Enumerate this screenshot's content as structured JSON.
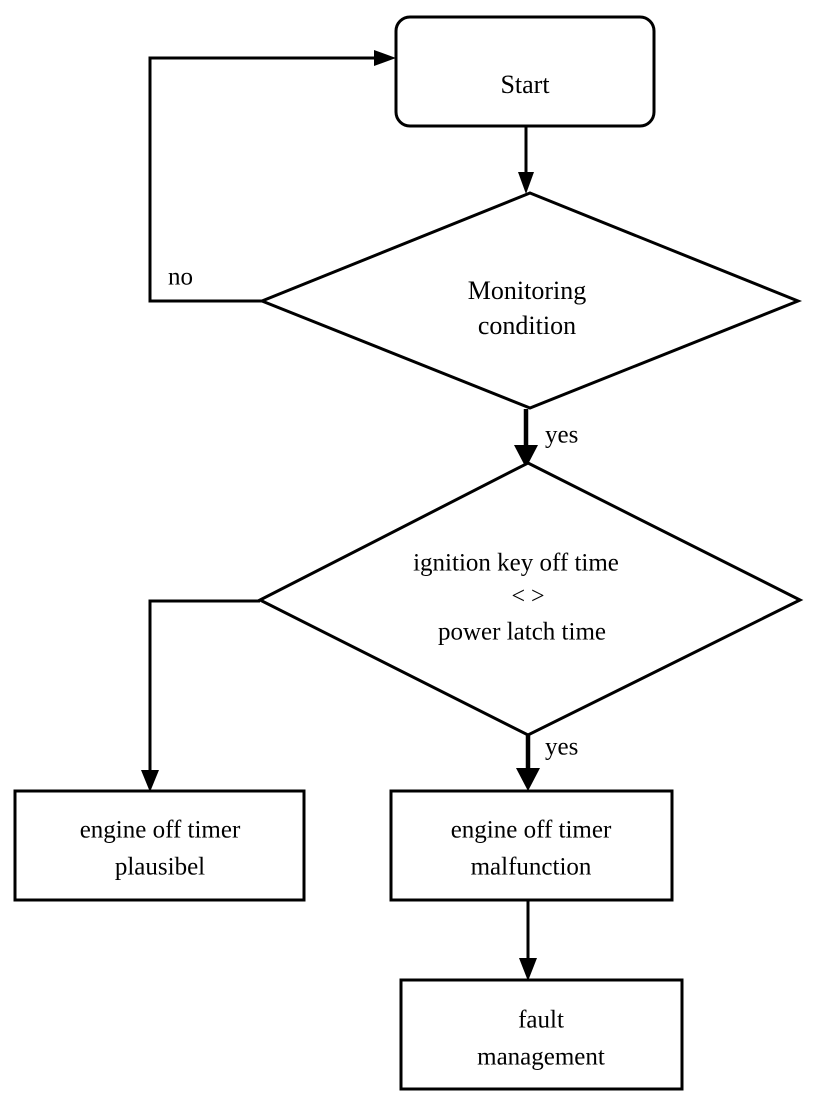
{
  "diagram": {
    "title": "engine off timer monitoring flowchart",
    "type": "flowchart",
    "colors": {
      "background": "#ffffff",
      "stroke": "#000000",
      "fill": "#ffffff"
    },
    "nodes": [
      {
        "id": "start",
        "shape": "rounded-rectangle",
        "lines": [
          "Start"
        ]
      },
      {
        "id": "monitoring-condition",
        "shape": "diamond",
        "lines": [
          "Monitoring",
          "condition"
        ]
      },
      {
        "id": "ignition-key-off-time-compare",
        "shape": "diamond",
        "lines": [
          "ignition key off time",
          "< >",
          "power latch time"
        ]
      },
      {
        "id": "engine-off-timer-plausibel",
        "shape": "rectangle",
        "lines": [
          "engine off timer",
          "plausibel"
        ]
      },
      {
        "id": "engine-off-timer-malfunction",
        "shape": "rectangle",
        "lines": [
          "engine off timer",
          "malfunction"
        ]
      },
      {
        "id": "fault-management",
        "shape": "rectangle",
        "lines": [
          "fault",
          "management"
        ]
      }
    ],
    "edges": [
      {
        "id": "start-to-monitoring",
        "from": "start",
        "to": "monitoring-condition",
        "label": ""
      },
      {
        "id": "monitoring-no-loop",
        "from": "monitoring-condition",
        "to": "start",
        "label": "no"
      },
      {
        "id": "monitoring-yes",
        "from": "monitoring-condition",
        "to": "ignition-key-off-time-compare",
        "label": "yes"
      },
      {
        "id": "compare-left",
        "from": "ignition-key-off-time-compare",
        "to": "engine-off-timer-plausibel",
        "label": ""
      },
      {
        "id": "compare-yes",
        "from": "ignition-key-off-time-compare",
        "to": "engine-off-timer-malfunction",
        "label": "yes"
      },
      {
        "id": "malfunction-to-fault",
        "from": "engine-off-timer-malfunction",
        "to": "fault-management",
        "label": ""
      }
    ],
    "labels": {
      "start": "Start",
      "monitoring_l1": "Monitoring",
      "monitoring_l2": "condition",
      "compare_l1": "ignition key off time",
      "compare_l2": "< >",
      "compare_l3": "power latch time",
      "plausibel_l1": "engine off timer",
      "plausibel_l2": "plausibel",
      "malfunction_l1": "engine off timer",
      "malfunction_l2": "malfunction",
      "fault_l1": "fault",
      "fault_l2": "management",
      "edge_no": "no",
      "edge_yes_1": "yes",
      "edge_yes_2": "yes"
    }
  }
}
